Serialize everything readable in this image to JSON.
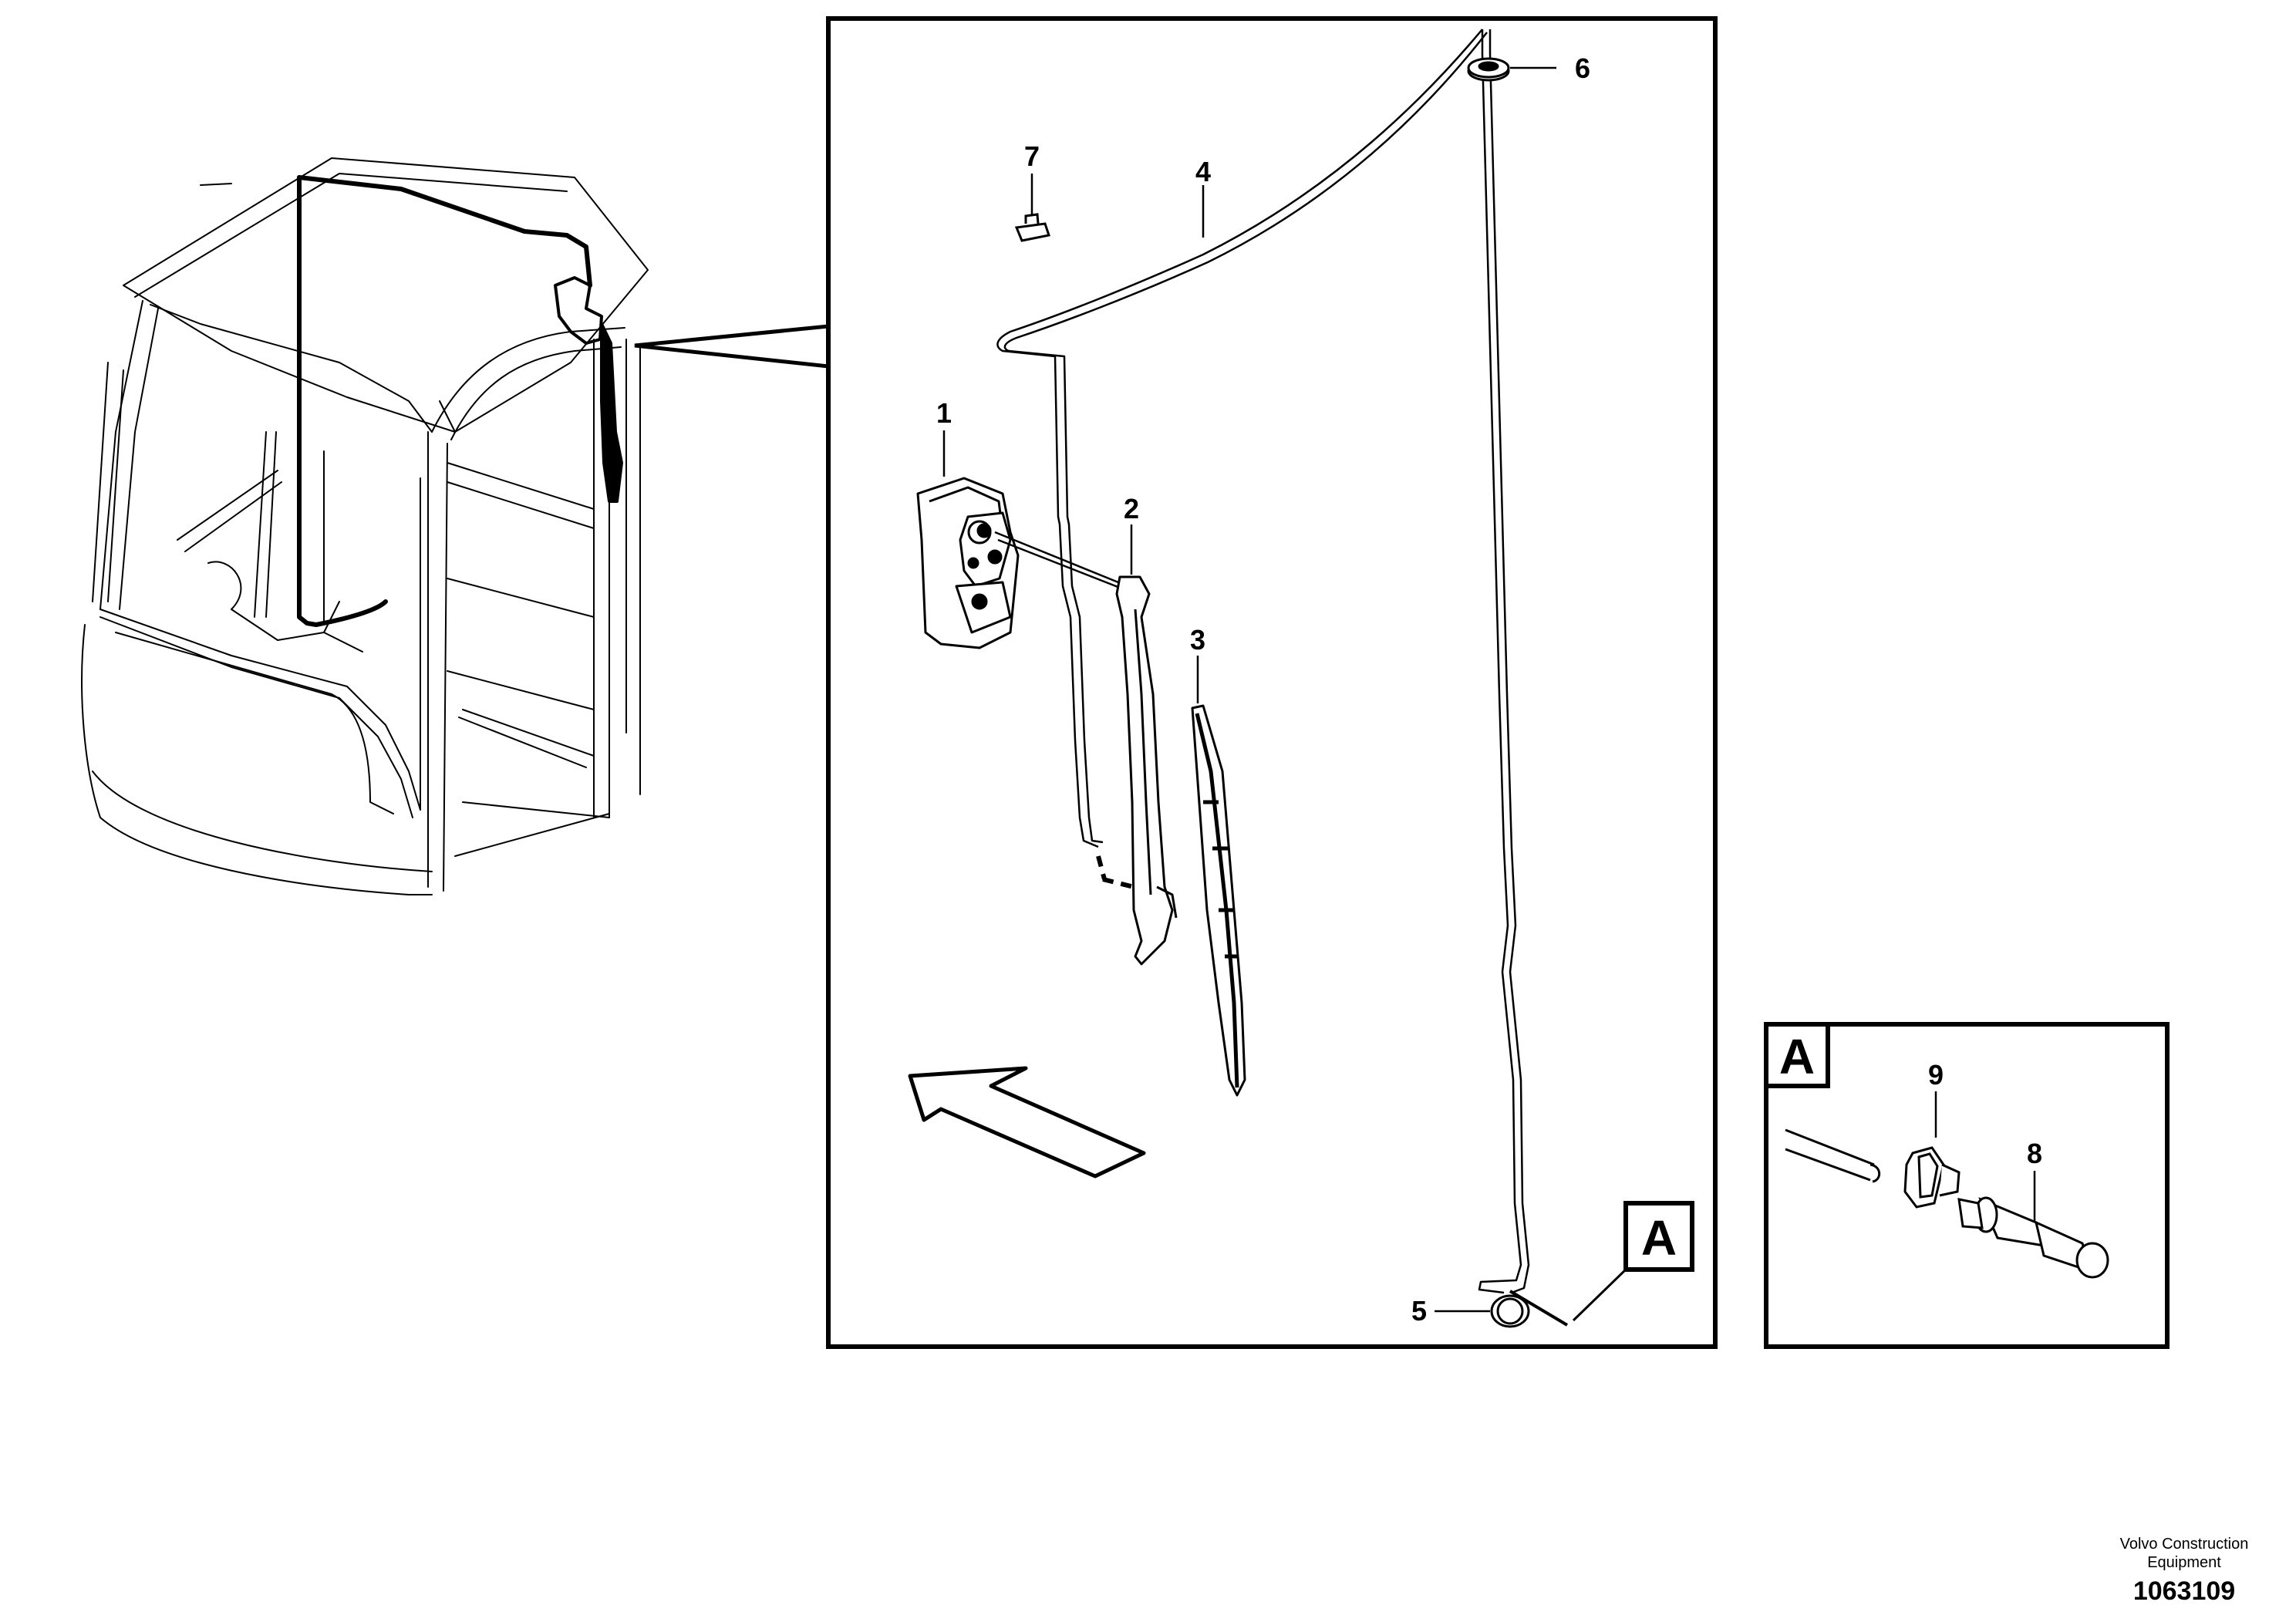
{
  "callouts": {
    "1": "1",
    "2": "2",
    "3": "3",
    "4": "4",
    "5": "5",
    "6": "6",
    "7": "7",
    "8": "8",
    "9": "9"
  },
  "detail_refs": {
    "main_panel": "A",
    "detail_panel": "A"
  },
  "footer": {
    "company": "Volvo Construction Equipment",
    "doc_number": "1063109"
  }
}
